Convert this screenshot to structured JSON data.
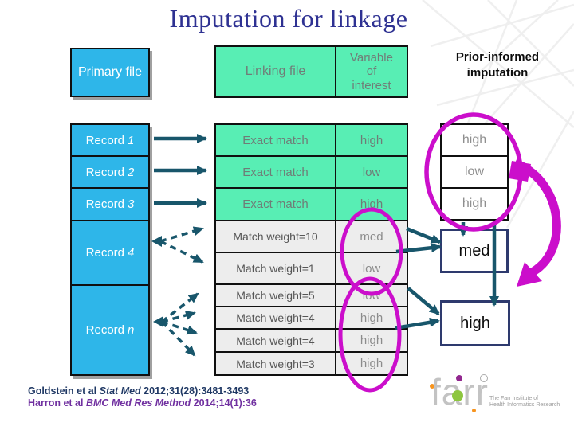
{
  "slide": {
    "title": "Imputation for linkage",
    "prior_informed_label": "Prior-informed imputation"
  },
  "primary_file": {
    "header": "Primary file",
    "records": [
      {
        "prefix": "Record",
        "id": "1"
      },
      {
        "prefix": "Record",
        "id": "2"
      },
      {
        "prefix": "Record",
        "id": "3"
      },
      {
        "prefix": "Record",
        "id": "4"
      },
      {
        "prefix": "Record",
        "id": "n"
      }
    ]
  },
  "linking_table": {
    "col1_header": "Linking file",
    "col2_header": "Variable of interest",
    "rows": [
      {
        "match": "Exact match",
        "value": "high",
        "style": "green"
      },
      {
        "match": "Exact match",
        "value": "low",
        "style": "green"
      },
      {
        "match": "Exact match",
        "value": "high",
        "style": "green"
      },
      {
        "match": "Match weight=10",
        "value": "med",
        "style": "gray"
      },
      {
        "match": "Match weight=1",
        "value": "low",
        "style": "gray"
      },
      {
        "match": "Match weight=5",
        "value": "low",
        "style": "gray"
      },
      {
        "match": "Match weight=4",
        "value": "high",
        "style": "gray"
      },
      {
        "match": "Match weight=4",
        "value": "high",
        "style": "gray"
      },
      {
        "match": "Match weight=3",
        "value": "high",
        "style": "gray"
      }
    ]
  },
  "imputation_results": {
    "exact_stack": [
      "high",
      "low",
      "high"
    ],
    "record4_result": "med",
    "recordn_result": "high"
  },
  "citations": [
    {
      "authors": "Goldstein et al ",
      "journal": "Stat Med",
      "rest": " 2012;31(28):3481-3493"
    },
    {
      "authors": "Harron et al ",
      "journal": "BMC Med Res Method",
      "rest": " 2014;14(1):36"
    }
  ],
  "logo": {
    "word": "farr",
    "tagline_line1": "The Farr Institute of",
    "tagline_line2": "Health Informatics Research"
  },
  "colors": {
    "title_navy": "#2E3192",
    "cyan_box": "#2EB6E9",
    "mint_green": "#58EEB4",
    "gray_row": "#EDEDED",
    "teal_arrow": "#18566B",
    "magenta": "#CB0ECB",
    "navy_result_border": "#2E3A6E",
    "citation_navy": "#1F3864",
    "citation_purple": "#7030A0"
  }
}
